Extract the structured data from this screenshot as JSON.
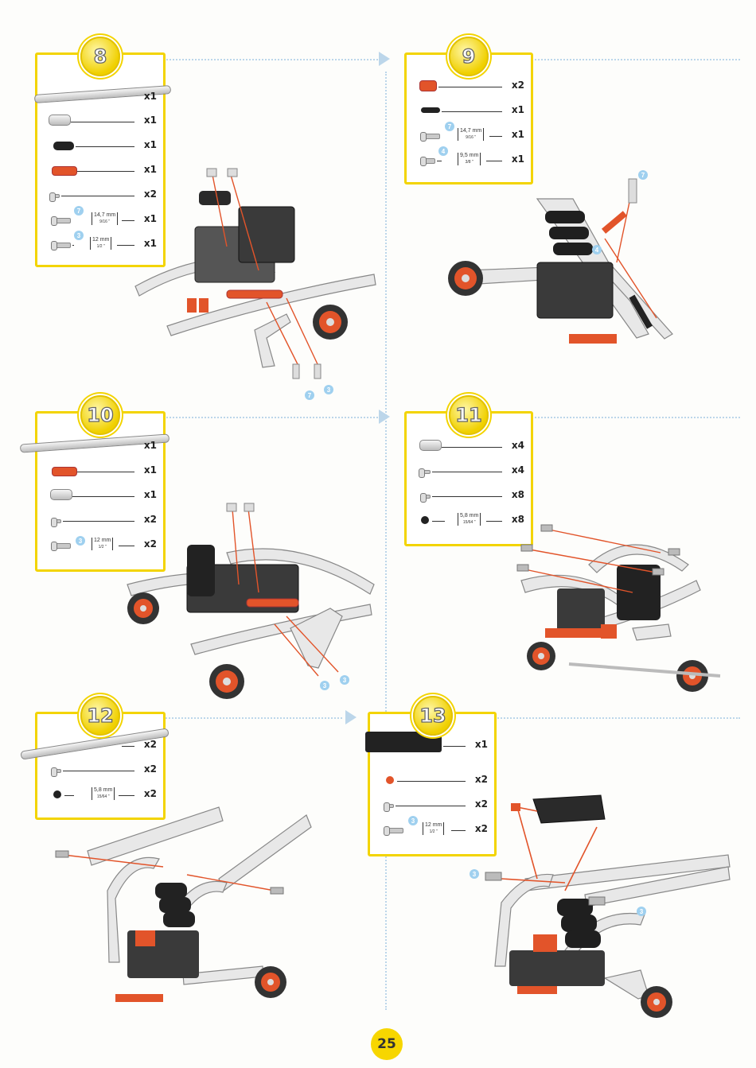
{
  "page_number": "25",
  "colors": {
    "accent_yellow": "#f3d400",
    "part_red": "#e2542a",
    "part_black": "#222222",
    "guide_blue": "#bcd6ea"
  },
  "steps": [
    {
      "number": "8",
      "parts": [
        {
          "icon": "long-metal-strip",
          "qty": "x1"
        },
        {
          "icon": "angled-metal-bracket",
          "qty": "x1"
        },
        {
          "icon": "black-connector",
          "qty": "x1"
        },
        {
          "icon": "red-connector-beam",
          "qty": "x1"
        },
        {
          "icon": "washer",
          "qty": "x2"
        },
        {
          "icon": "screw",
          "qty": "x1",
          "callout": "7",
          "dim_main": "14,7 mm",
          "dim_sub": "9/16 \""
        },
        {
          "icon": "screw",
          "qty": "x1",
          "callout": "3",
          "dim_main": "12 mm",
          "dim_sub": "1/2 \""
        }
      ],
      "callouts": [
        "7",
        "3"
      ]
    },
    {
      "number": "9",
      "parts": [
        {
          "icon": "red-joint",
          "qty": "x2"
        },
        {
          "icon": "black-pin",
          "qty": "x1"
        },
        {
          "icon": "screw",
          "qty": "x1",
          "callout": "7",
          "dim_main": "14,7 mm",
          "dim_sub": "9/16 \""
        },
        {
          "icon": "screw",
          "qty": "x1",
          "callout": "4",
          "dim_main": "9,5 mm",
          "dim_sub": "3/8 \""
        }
      ],
      "callouts": [
        "7",
        "4"
      ]
    },
    {
      "number": "10",
      "parts": [
        {
          "icon": "long-metal-strip",
          "qty": "x1"
        },
        {
          "icon": "red-connector-beam",
          "qty": "x1"
        },
        {
          "icon": "angled-metal-bracket",
          "qty": "x1"
        },
        {
          "icon": "washer",
          "qty": "x2"
        },
        {
          "icon": "screw",
          "qty": "x2",
          "callout": "3",
          "dim_main": "12 mm",
          "dim_sub": "1/2 \""
        }
      ],
      "callouts": [
        "3",
        "3"
      ]
    },
    {
      "number": "11",
      "parts": [
        {
          "icon": "angled-metal-bracket",
          "qty": "x4"
        },
        {
          "icon": "washer",
          "qty": "x4"
        },
        {
          "icon": "washer",
          "qty": "x8"
        },
        {
          "icon": "black-nut-screw",
          "qty": "x8",
          "dim_main": "5,8 mm",
          "dim_sub": "15/64 \""
        }
      ]
    },
    {
      "number": "12",
      "parts": [
        {
          "icon": "long-metal-strip",
          "qty": "x2"
        },
        {
          "icon": "washer",
          "qty": "x2"
        },
        {
          "icon": "black-nut-screw",
          "qty": "x2",
          "dim_main": "5,8 mm",
          "dim_sub": "15/64 \""
        }
      ]
    },
    {
      "number": "13",
      "parts": [
        {
          "icon": "black-base-plate",
          "qty": "x1"
        },
        {
          "icon": "red-nut",
          "qty": "x2"
        },
        {
          "icon": "washer",
          "qty": "x2"
        },
        {
          "icon": "screw",
          "qty": "x2",
          "callout": "3",
          "dim_main": "12 mm",
          "dim_sub": "1/2 \""
        }
      ],
      "callouts": [
        "3",
        "3"
      ]
    }
  ]
}
